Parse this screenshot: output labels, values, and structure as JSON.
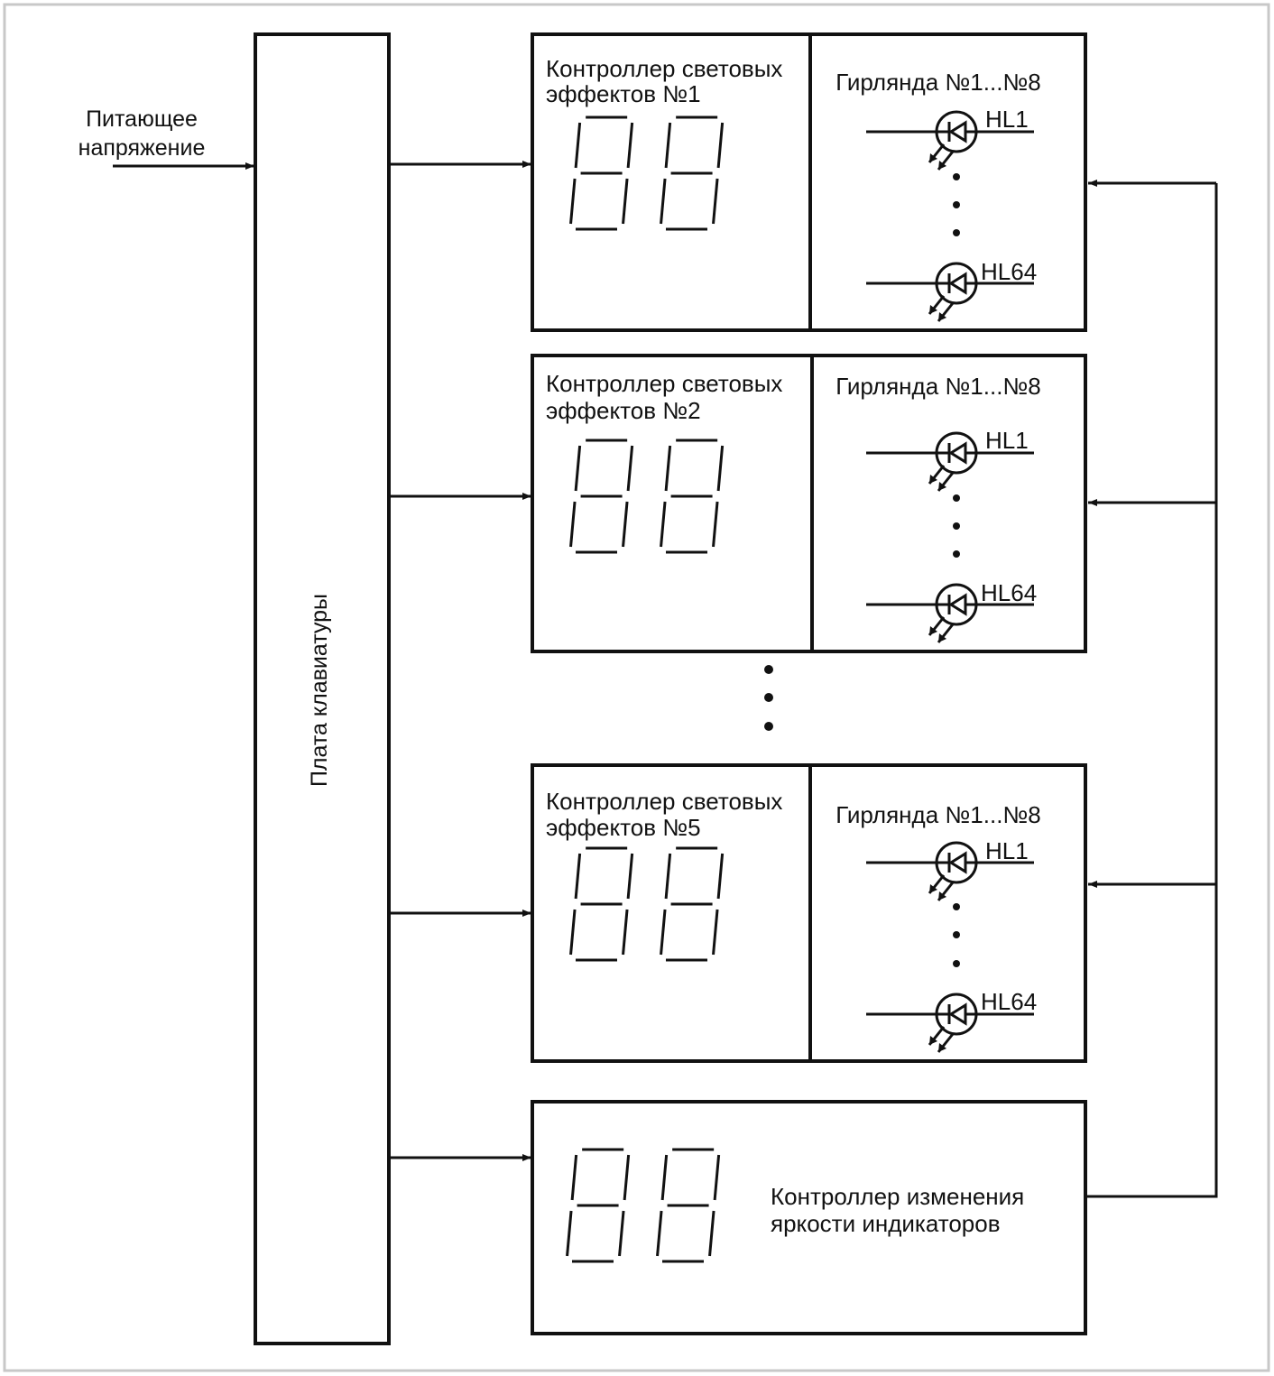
{
  "power": {
    "line1": "Питающее",
    "line2": "напряжение"
  },
  "keyboard": {
    "label": "Плата клавиатуры"
  },
  "controllers": [
    {
      "line1": "Контроллер световых",
      "line2": "эффектов №1",
      "garland": "Гирлянда №1...№8",
      "led_first": "HL1",
      "led_last": "HL64"
    },
    {
      "line1": "Контроллер световых",
      "line2": "эффектов №2",
      "garland": "Гирлянда №1...№8",
      "led_first": "HL1",
      "led_last": "HL64"
    },
    {
      "line1": "Контроллер световых",
      "line2": "эффектов №5",
      "garland": "Гирлянда №1...№8",
      "led_first": "HL1",
      "led_last": "HL64"
    }
  ],
  "brightness": {
    "line1": "Контроллер изменения",
    "line2": "яркости индикаторов"
  },
  "colors": {
    "frame": "#c8c8c8",
    "line": "#111111"
  }
}
